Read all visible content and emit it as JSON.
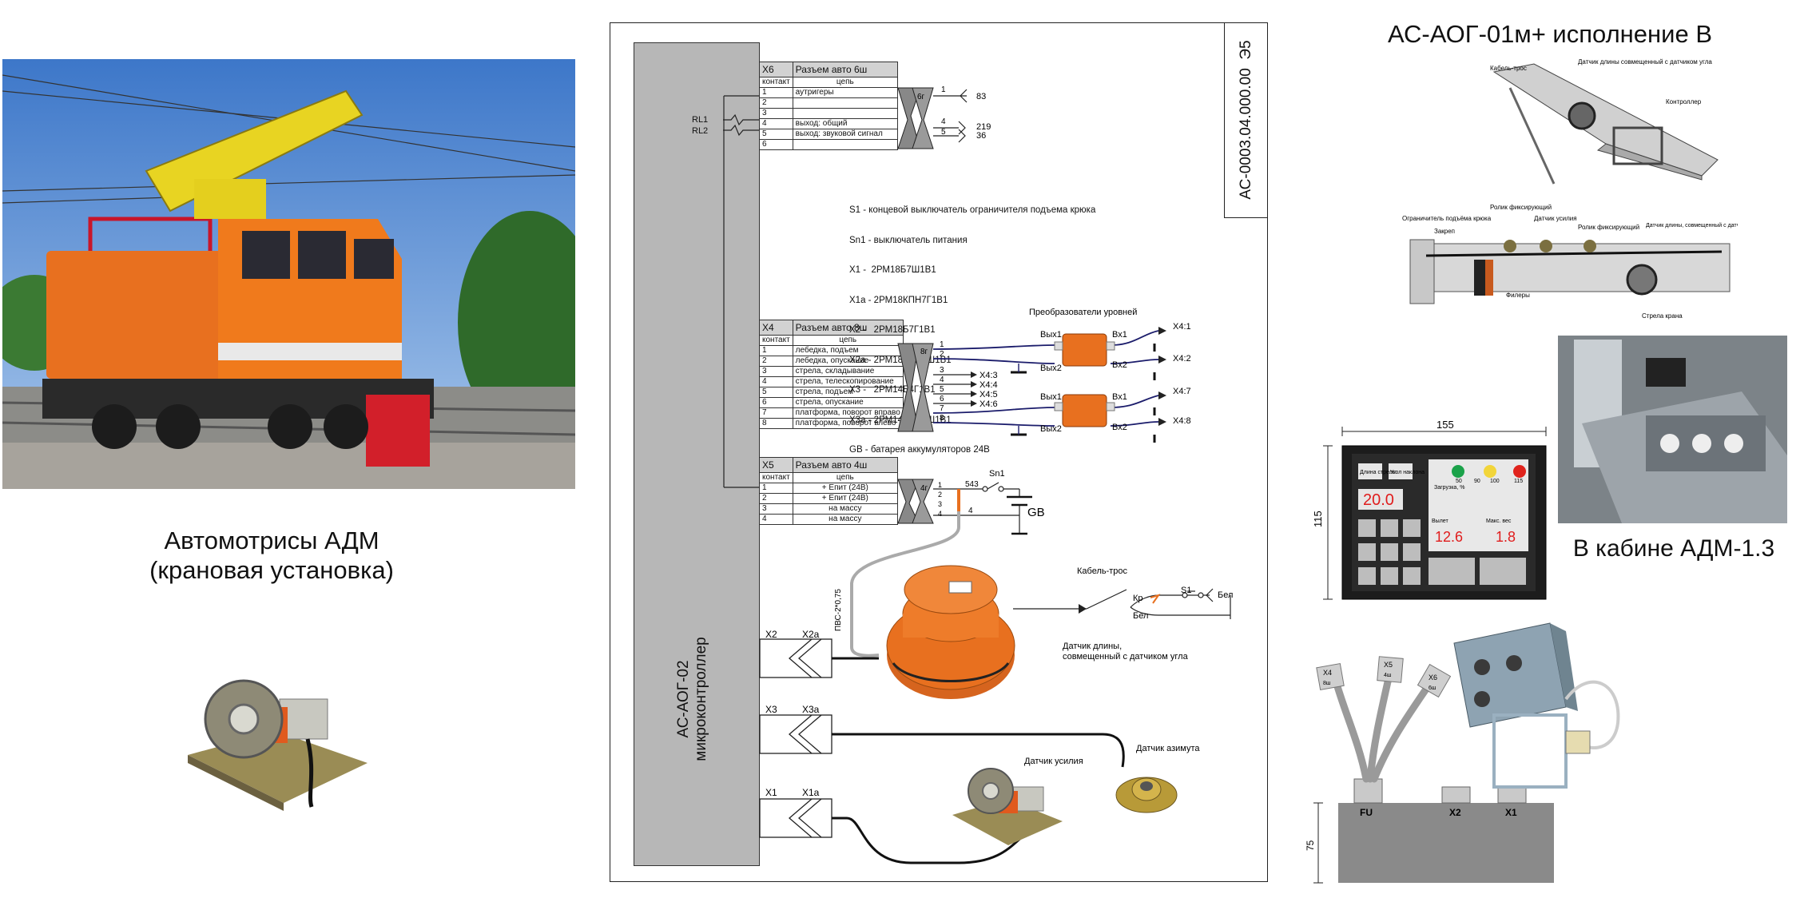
{
  "left": {
    "caption_line1": "Автомотрисы АДМ",
    "caption_line2": "(крановая установка)"
  },
  "diagram": {
    "drawing_number": "АС-0003.04.000.00  Э5",
    "controller_label_line1": "АС-АОГ-02",
    "controller_label_line2": "микроконтроллер",
    "relay_labels": [
      "RL1",
      "RL2"
    ],
    "x6": {
      "id": "X6",
      "title": "Разъем авто 6ш",
      "col_contact": "контакт",
      "col_circuit": "цепь",
      "rows": [
        {
          "n": "1",
          "c": "аутригеры"
        },
        {
          "n": "2",
          "c": ""
        },
        {
          "n": "3",
          "c": ""
        },
        {
          "n": "4",
          "c": "выход: общий"
        },
        {
          "n": "5",
          "c": "выход: звуковой сигнал"
        },
        {
          "n": "6",
          "c": ""
        }
      ],
      "plug": "6г",
      "outputs": [
        {
          "pin": "1",
          "wire": "83"
        },
        {
          "pin": "4",
          "wire": "219"
        },
        {
          "pin": "5",
          "wire": "36"
        }
      ]
    },
    "legend": [
      "S1 - концевой выключатель ограничителя подъема крюка",
      "Sn1 - выключатель питания",
      "X1 -  2РМ18Б7Ш1В1",
      "X1a - 2РМ18КПН7Г1В1",
      "X2 -   2РМ18Б7Г1В1",
      "X2a - 2РМ18КПН7Ш1В1",
      "X3 -   2РМ14Б4Г1В1",
      "X3a - 2РМ14КПН4Ш1В1",
      "GB - батарея аккумуляторов 24В"
    ],
    "x4": {
      "id": "X4",
      "title": "Разъем авто 8ш",
      "col_contact": "контакт",
      "col_circuit": "цепь",
      "rows": [
        {
          "n": "1",
          "c": "лебедка, подъем"
        },
        {
          "n": "2",
          "c": "лебедка, опускание"
        },
        {
          "n": "3",
          "c": "стрела, складывание"
        },
        {
          "n": "4",
          "c": "стрела, телескопирование"
        },
        {
          "n": "5",
          "c": "стрела, подъем"
        },
        {
          "n": "6",
          "c": "стрела, опускание"
        },
        {
          "n": "7",
          "c": "платформа, поворот вправо"
        },
        {
          "n": "8",
          "c": "платформа, поворот влево"
        }
      ],
      "plug": "8г",
      "direct_outputs": [
        "X4:3",
        "X4:4",
        "X4:5",
        "X4:6"
      ],
      "converter_title": "Преобразователи уровней",
      "converter_pins": [
        "Вых1",
        "Вых2",
        "Вх1",
        "Вх2"
      ],
      "converter_outputs": [
        "X4:1",
        "X4:2",
        "X4:7",
        "X4:8"
      ]
    },
    "x5": {
      "id": "X5",
      "title": "Разъем авто 4ш",
      "col_contact": "контакт",
      "col_circuit": "цепь",
      "rows": [
        {
          "n": "1",
          "c": "+ Епит (24В)"
        },
        {
          "n": "2",
          "c": "+ Епит (24В)"
        },
        {
          "n": "3",
          "c": "на массу"
        },
        {
          "n": "4",
          "c": "на массу"
        }
      ],
      "plug": "4г",
      "wire_543": "543",
      "wire_4": "4",
      "switch": "Sn1",
      "battery": "GB"
    },
    "cable_label": "ПВС-2*0,75",
    "connectors": [
      {
        "a": "X2",
        "b": "X2a"
      },
      {
        "a": "X3",
        "b": "X3a"
      },
      {
        "a": "X1",
        "b": "X1a"
      }
    ],
    "length_sensor": {
      "cable": "Кабель-трос",
      "line1": "Датчик длины,",
      "line2": "совмещенный с датчиком угла",
      "wire_red": "Кр",
      "wire_white": "Бел",
      "switch": "S1",
      "wire_white2": "Бел"
    },
    "force_sensor": "Датчик усилия",
    "azimuth_sensor": "Датчик азимута"
  },
  "right": {
    "title": "АС-АОГ-01м+ исполнение В",
    "boom_labels": {
      "cable": "Кабель-трос",
      "length_sensor": "Датчик длины совмещенный с датчиком угла",
      "controller": "Контроллер"
    },
    "boom2_labels": {
      "hook_limiter": "Ограничитель подъёма крюка",
      "clamp": "Закреп",
      "roller1": "Ролик фиксирующий",
      "force": "Датчик усилия",
      "roller2": "Ролик фиксирующий",
      "length2": "Датчик длины, совмещенный с датчиком угла",
      "fillers": "Филеры",
      "crane_boom": "Стрела крана"
    },
    "cabin_caption": "В кабине АДМ-1.3",
    "panel": {
      "width_dim": "155",
      "height_dim": "115",
      "btn_boom_length": "Длина стрелы",
      "btn_boom_angle": "Угол наклона",
      "display_angle": "20.0",
      "label_load": "Загрузка, %",
      "scale": [
        "50",
        "90",
        "100",
        "115"
      ],
      "label_reach": "Вылет",
      "label_max": "Макс. вес",
      "display_reach": "12.6",
      "display_max": "1.8"
    },
    "box": {
      "height_dim": "75",
      "cables": [
        "X4",
        "X5",
        "X6"
      ],
      "cable_sub": [
        "8ш",
        "4ш",
        "6ш"
      ],
      "ports": [
        "FU",
        "X2",
        "X1"
      ]
    }
  },
  "colors": {
    "orange": "#e8701f",
    "yellow": "#e8d422",
    "controller_gray": "#b7b7b7",
    "wire_blue": "#1b1c6b",
    "sky": "#5f93d6"
  }
}
